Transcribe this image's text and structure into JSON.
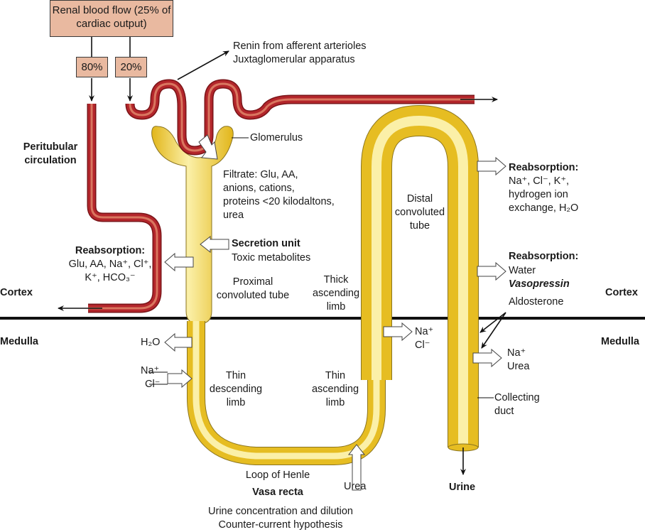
{
  "title_box": "Renal blood flow (25% of cardiac output)",
  "split_left": "80%",
  "split_right": "20%",
  "renin_line1": "Renin from afferent arterioles",
  "renin_line2": "Juxtaglomerular apparatus",
  "peritubular_line1": "Peritubular",
  "peritubular_line2": "circulation",
  "glomerulus": "Glomerulus",
  "filtrate": [
    "Filtrate: Glu, AA,",
    "anions, cations,",
    "proteins <20 kilodaltons,",
    "urea"
  ],
  "secretion_title": "Secretion unit",
  "secretion_text": "Toxic metabolites",
  "pct_reabs_title": "Reabsorption:",
  "pct_reabs_line1": "Glu, AA, Na⁺, Cl⁺,",
  "pct_reabs_line2": "K⁺, HCO₃⁻",
  "proximal": [
    "Proximal",
    "convoluted tube"
  ],
  "thick_ascending": [
    "Thick",
    "ascending",
    "limb"
  ],
  "distal": [
    "Distal",
    "convoluted",
    "tube"
  ],
  "dct_reabs_title": "Reabsorption:",
  "dct_reabs_lines": [
    "Na⁺, Cl⁻, K⁺,",
    "hydrogen ion",
    "exchange, H₂O"
  ],
  "cd_reabs_title": "Reabsorption:",
  "cd_reabs_water": "Water",
  "vasopressin": "Vasopressin",
  "aldosterone": "Aldosterone",
  "cortex_left": "Cortex",
  "cortex_right": "Cortex",
  "medulla_left": "Medulla",
  "medulla_right": "Medulla",
  "h2o_out": "H₂O",
  "na_in": "Na⁺",
  "cl_in": "Cl⁻",
  "tal_na": "Na⁺",
  "tal_cl": "Cl⁻",
  "cd_na": "Na⁺",
  "cd_urea": "Urea",
  "thin_desc": [
    "Thin",
    "descending",
    "limb"
  ],
  "thin_asc": [
    "Thin",
    "ascending",
    "limb"
  ],
  "collecting": [
    "Collecting",
    "duct"
  ],
  "loop_henle": "Loop of Henle",
  "urea_in": "Urea",
  "vasa_recta": "Vasa recta",
  "urine": "Urine",
  "bottom_line1": "Urine concentration and dilution",
  "bottom_line2": "Counter-current hypothesis",
  "colors": {
    "vessel": "#b3262b",
    "tubule": "#f2d23c",
    "box": "#e9b9a0"
  }
}
